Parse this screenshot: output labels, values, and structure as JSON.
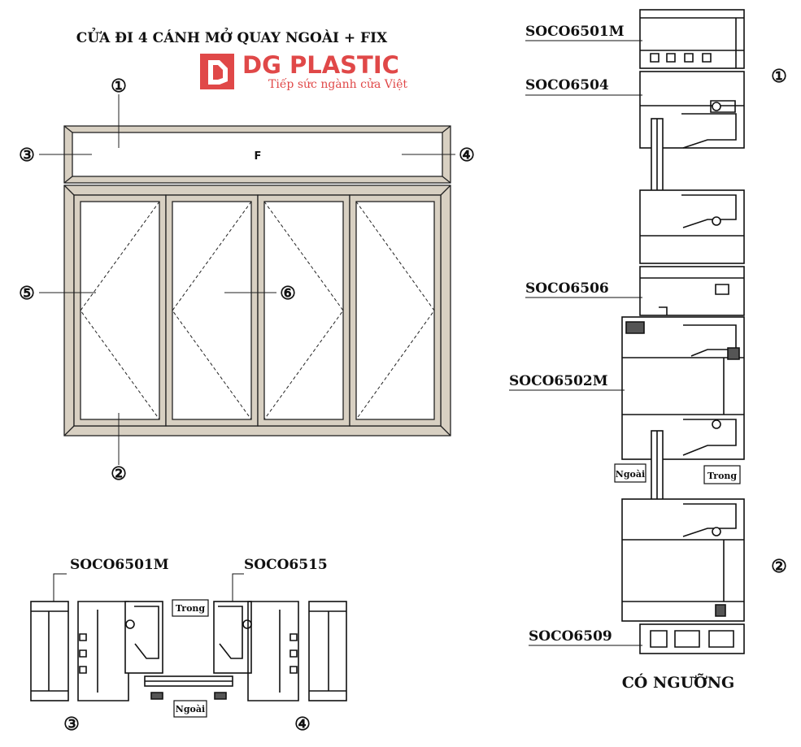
{
  "title": "CỬA ĐI 4 CÁNH MỞ QUAY NGOÀI + FIX",
  "logo": {
    "brand": "DG PLASTIC",
    "tagline": "Tiếp sức ngành cửa Việt",
    "brand_color": "#e04848"
  },
  "elevation": {
    "fixed_label": "F",
    "markers": [
      "①",
      "②",
      "③",
      "④",
      "⑤",
      "⑥"
    ],
    "frame_color": "#d8d0c2"
  },
  "vertical_section": {
    "profiles": [
      "SOCO6501M",
      "SOCO6504",
      "SOCO6506",
      "SOCO6502M",
      "SOCO6509"
    ],
    "markers": [
      "①",
      "②"
    ],
    "outside_label": "Ngoài",
    "inside_label": "Trong",
    "caption": "CÓ NGƯỠNG"
  },
  "horizontal_section": {
    "profiles": [
      "SOCO6501M",
      "SOCO6515"
    ],
    "inside_label": "Trong",
    "outside_label": "Ngoài",
    "markers": [
      "③",
      "④"
    ]
  }
}
